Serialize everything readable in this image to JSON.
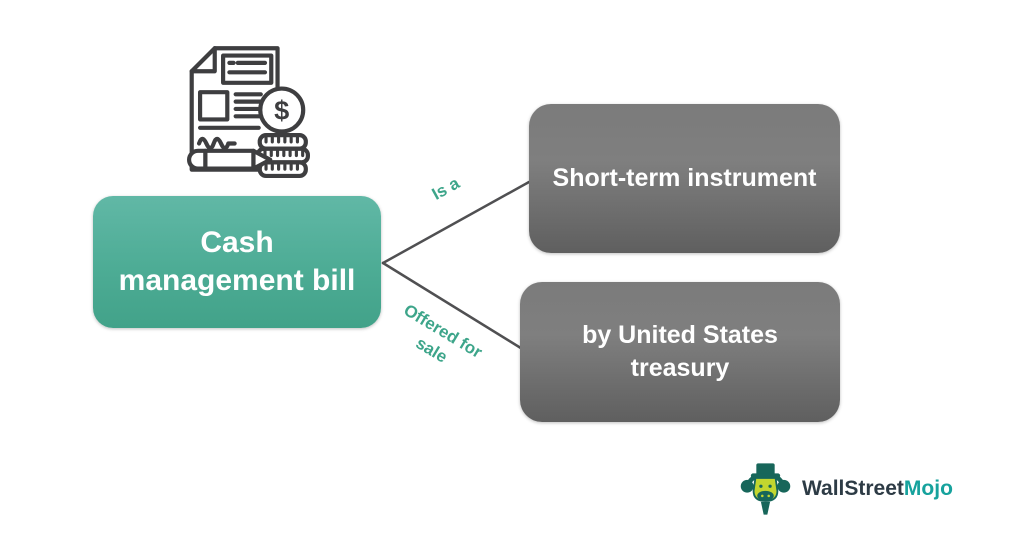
{
  "diagram": {
    "root_node": {
      "label": "Cash\nmanagement bill"
    },
    "branch_nodes": [
      {
        "label": "Short-term instrument"
      },
      {
        "label": "by United States\ntreasury"
      }
    ],
    "connectors": [
      {
        "label": "Is a"
      },
      {
        "label": "Offered for\nsale"
      }
    ]
  },
  "icons": {
    "invoice_icon": "invoice-document-with-dollar-coin-stack-and-pencil",
    "dollar_glyph": "$",
    "mascot_icon": "wallstreetmojo-bull-mascot"
  },
  "logo": {
    "brand_primary": "WallStreet",
    "brand_accent": "Mojo"
  },
  "colors": {
    "root_fill": "#4dac95",
    "branch_fill": "#737373",
    "node_text": "#ffffff",
    "connector_line": "#505052",
    "connector_label": "#3da58a",
    "icon_stroke": "#3e3e40",
    "brand_primary_color": "#2d3b45",
    "brand_accent_color": "#16a29d"
  }
}
